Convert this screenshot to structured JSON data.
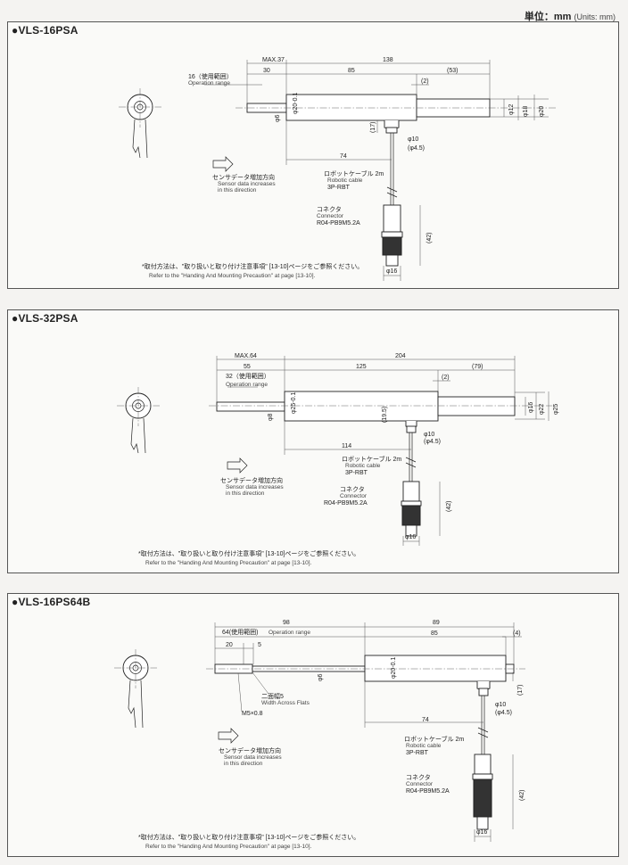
{
  "header": {
    "units_jp": "単位：mm",
    "units_en": "(Units: mm)"
  },
  "common": {
    "direction_jp": "センサデータ増加方向",
    "direction_en1": "Sensor data increases",
    "direction_en2": "in this direction",
    "cable_jp": "ロボットケーブル 2m",
    "cable_en": "Robotic cable",
    "cable_model": "3P-RBT",
    "connector_jp": "コネクタ",
    "connector_en": "Connector",
    "connector_model": "R04-PB9M5.2A",
    "note_jp": "*取付方法は、\"取り扱いと取り付け注意事項\" [13-10]ページをご参照ください。",
    "note_en": "Refer to the \"Handing And Mounting Precaution\" at page [13-10]."
  },
  "models": [
    {
      "title": "●VLS-16PSA",
      "dims": {
        "max": "MAX.37",
        "total": "138",
        "op": "16（使用範囲）",
        "op_en": "Operation range",
        "a": "30",
        "b": "85",
        "c": "(53)",
        "d": "(2)",
        "body_dia": "φ20-0.1",
        "rod_dia": "φ6",
        "v17": "(17)",
        "right_dia1": "φ12",
        "right_dia2": "φ18",
        "right_dia3": "φ20",
        "cab1": "φ10",
        "cab2": "(φ4.5)",
        "len": "74",
        "h42": "(42)",
        "con_dia": "φ16"
      }
    },
    {
      "title": "●VLS-32PSA",
      "dims": {
        "max": "MAX.64",
        "total": "204",
        "op": "32（使用範囲）",
        "op_en": "Operation range",
        "a": "55",
        "b": "125",
        "c": "(79)",
        "d": "(2)",
        "body_dia": "φ25-0.1",
        "rod_dia": "φ8",
        "v17": "(19.5)",
        "right_dia1": "φ16",
        "right_dia2": "φ22",
        "right_dia3": "φ25",
        "cab1": "φ10",
        "cab2": "(φ4.5)",
        "len": "114",
        "h42": "(42)",
        "con_dia": "φ16"
      }
    },
    {
      "title": "●VLS-16PS64B",
      "dims": {
        "total1": "98",
        "total2": "89",
        "op": "64(使用範囲)",
        "op_en": "Operation range",
        "a": "20",
        "a2": "5",
        "b": "85",
        "d": "(4)",
        "flats_jp": "二面幅5",
        "flats_en": "Width Across Flats",
        "thread": "M5×0.8",
        "body_dia": "φ20-0.1",
        "rod_dia": "φ6",
        "v17": "(17)",
        "cab1": "φ10",
        "cab2": "(φ4.5)",
        "len": "74",
        "h42": "(42)",
        "con_dia": "φ16"
      }
    }
  ]
}
